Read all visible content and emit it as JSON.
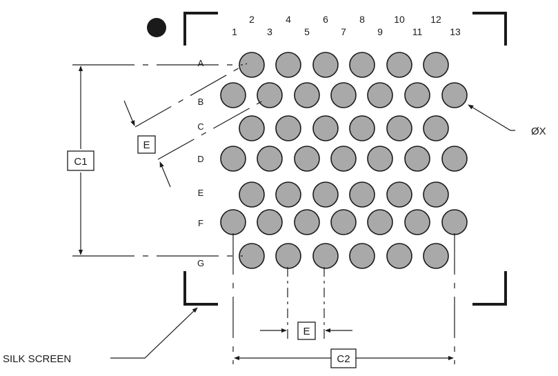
{
  "column_labels": [
    "1",
    "2",
    "3",
    "4",
    "5",
    "6",
    "7",
    "8",
    "9",
    "10",
    "11",
    "12",
    "13"
  ],
  "row_labels": [
    "A",
    "B",
    "C",
    "D",
    "E",
    "F",
    "G"
  ],
  "dimensions": {
    "c1": "C1",
    "c2": "C2",
    "e_row": "E",
    "e_col": "E"
  },
  "callouts": {
    "ball_diameter": "ØX",
    "silk_screen": "SILK SCREEN"
  },
  "colors": {
    "ball_fill": "#a9a9a9",
    "ink": "#1a1a1a"
  }
}
